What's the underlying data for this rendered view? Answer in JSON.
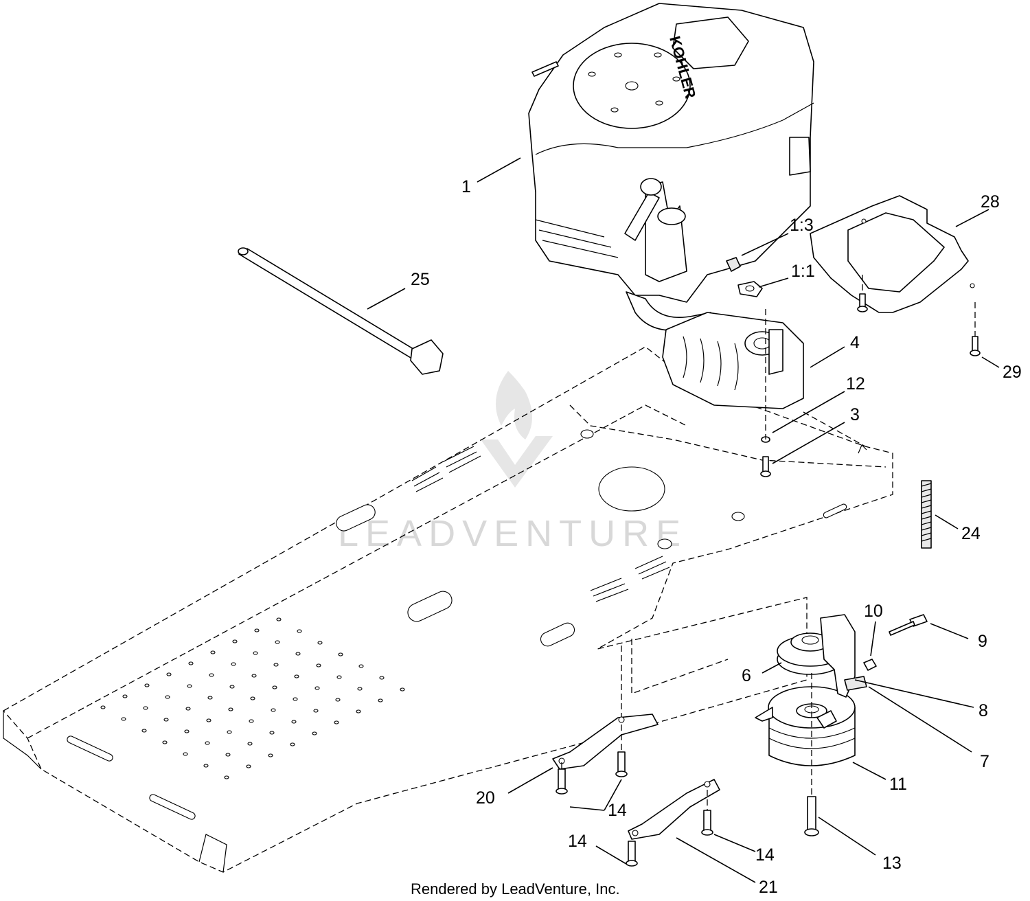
{
  "watermark": "LEADVENTURE",
  "engine_brand": "KOHLER",
  "credit": "Rendered by LeadVenture, Inc.",
  "callouts": [
    {
      "id": "c1",
      "label": "1"
    },
    {
      "id": "c13a",
      "label": "1:3"
    },
    {
      "id": "c11a",
      "label": "1:1"
    },
    {
      "id": "c28",
      "label": "28"
    },
    {
      "id": "c25",
      "label": "25"
    },
    {
      "id": "c4",
      "label": "4"
    },
    {
      "id": "c29",
      "label": "29"
    },
    {
      "id": "c12",
      "label": "12"
    },
    {
      "id": "c3",
      "label": "3"
    },
    {
      "id": "c24",
      "label": "24"
    },
    {
      "id": "c10",
      "label": "10"
    },
    {
      "id": "c9",
      "label": "9"
    },
    {
      "id": "c6",
      "label": "6"
    },
    {
      "id": "c8",
      "label": "8"
    },
    {
      "id": "c7",
      "label": "7"
    },
    {
      "id": "c11",
      "label": "11"
    },
    {
      "id": "c20",
      "label": "20"
    },
    {
      "id": "c14a",
      "label": "14"
    },
    {
      "id": "c14b",
      "label": "14"
    },
    {
      "id": "c14c",
      "label": "14"
    },
    {
      "id": "c13",
      "label": "13"
    },
    {
      "id": "c21",
      "label": "21"
    }
  ]
}
